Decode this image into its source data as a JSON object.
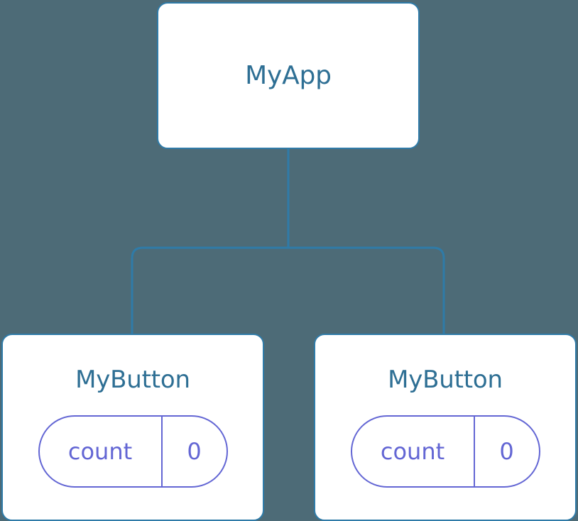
{
  "canvas": {
    "background_color": "#4d6b77",
    "edge_color": "#2f7ba8"
  },
  "tree": {
    "root": {
      "title": "MyApp",
      "title_color": "#2e6f94",
      "border_color": "#2f7ba8"
    },
    "children": [
      {
        "title": "MyButton",
        "title_color": "#2e6f94",
        "border_color": "#2f7ba8",
        "state": {
          "key": "count",
          "value": "0",
          "color": "#6366d4"
        }
      },
      {
        "title": "MyButton",
        "title_color": "#2e6f94",
        "border_color": "#2f7ba8",
        "state": {
          "key": "count",
          "value": "0",
          "color": "#6366d4"
        }
      }
    ]
  }
}
